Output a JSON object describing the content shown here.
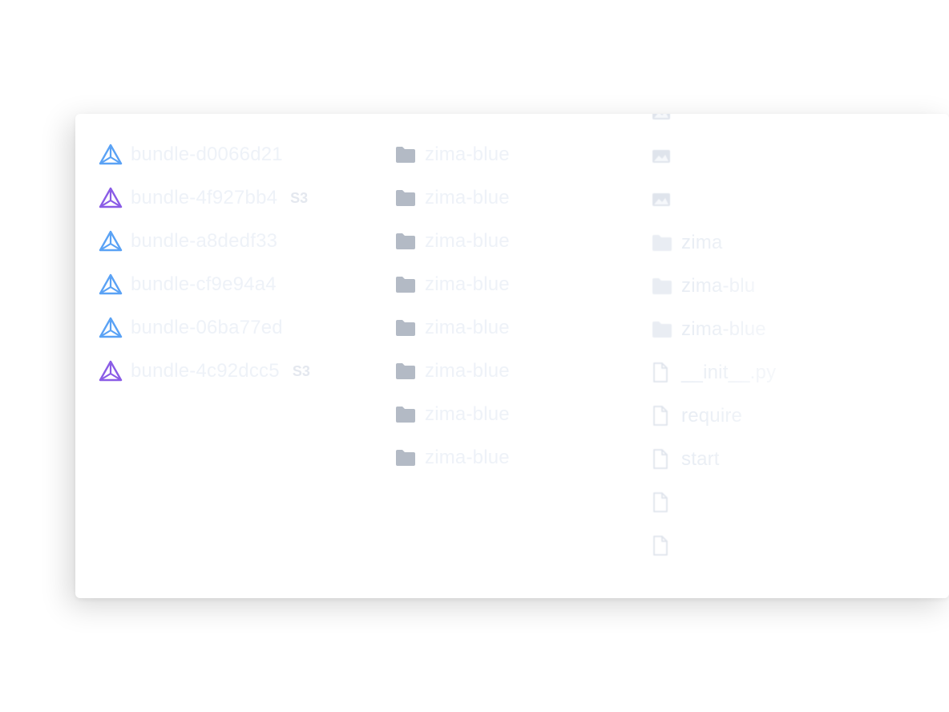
{
  "bundles": [
    {
      "name": "bundle-d0066d21",
      "badge": "",
      "icon": "triangle-logo-icon",
      "color": "#5aa2f5"
    },
    {
      "name": "bundle-4f927bb4",
      "badge": "S3",
      "icon": "triangle-logo-icon",
      "color": "#8a5ce6"
    },
    {
      "name": "bundle-a8dedf33",
      "badge": "",
      "icon": "triangle-logo-icon",
      "color": "#5aa2f5"
    },
    {
      "name": "bundle-cf9e94a4",
      "badge": "",
      "icon": "triangle-logo-icon",
      "color": "#5aa2f5"
    },
    {
      "name": "bundle-06ba77ed",
      "badge": "",
      "icon": "triangle-logo-icon",
      "color": "#5aa2f5"
    },
    {
      "name": "bundle-4c92dcc5",
      "badge": "S3",
      "icon": "triangle-logo-icon",
      "color": "#8a5ce6"
    }
  ],
  "folders": [
    {
      "name": "zima-blue",
      "icon": "folder-icon"
    },
    {
      "name": "zima-blue",
      "icon": "folder-icon"
    },
    {
      "name": "zima-blue",
      "icon": "folder-icon"
    },
    {
      "name": "zima-blue",
      "icon": "folder-icon"
    },
    {
      "name": "zima-blue",
      "icon": "folder-icon"
    },
    {
      "name": "zima-blue",
      "icon": "folder-icon"
    },
    {
      "name": "zima-blue",
      "icon": "folder-icon"
    },
    {
      "name": "zima-blue",
      "icon": "folder-icon"
    }
  ],
  "files": [
    {
      "name": "",
      "icon": "image-file-icon"
    },
    {
      "name": "",
      "icon": "image-file-icon"
    },
    {
      "name": "",
      "icon": "image-file-icon"
    },
    {
      "name": "zima",
      "icon": "folder-icon"
    },
    {
      "name": "zima-blu",
      "icon": "folder-icon"
    },
    {
      "name": "zima-blue",
      "icon": "folder-icon"
    },
    {
      "name": "__init__.py",
      "icon": "file-icon"
    },
    {
      "name": "require",
      "icon": "file-icon"
    },
    {
      "name": "start",
      "icon": "file-icon"
    },
    {
      "name": "",
      "icon": "file-icon"
    },
    {
      "name": "",
      "icon": "file-icon"
    }
  ],
  "colors": {
    "folder_primary": "#b3bac5",
    "folder_faded": "#e9edf3",
    "file_faded": "#dfe4ec",
    "label_text": "#eef2f8"
  }
}
